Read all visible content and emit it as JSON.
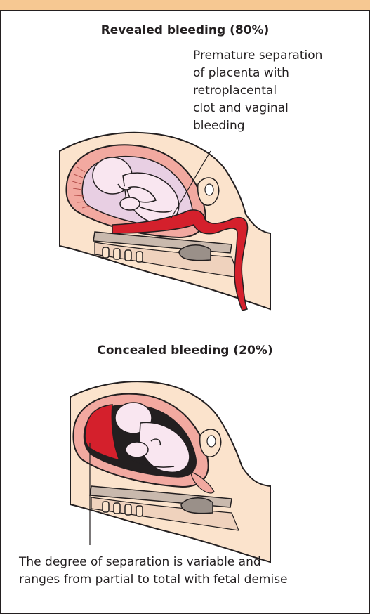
{
  "colors": {
    "header_bar": "#f6c892",
    "skin": "#fbe3cc",
    "blood": "#d4202c",
    "uterus_wall": "#f2a9a0",
    "fetus": "#f9e6f0",
    "amniotic": "#e8cfe3",
    "spine": "#c9b9ad",
    "outline": "#231f20"
  },
  "panels": [
    {
      "heading": "Revealed bleeding (80%)",
      "label": "Premature separation\nof placenta with\nretroplacental\nclot and vaginal\nbleeding"
    },
    {
      "heading": "Concealed bleeding (20%)",
      "label": "The degree of separation is variable and\nranges from partial to total with fetal demise"
    }
  ]
}
